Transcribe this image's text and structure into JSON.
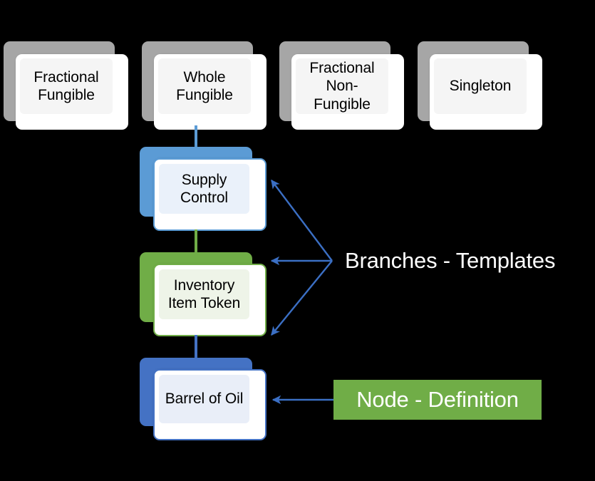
{
  "diagram": {
    "title": "Token Taxonomy Framework node and branch diagram",
    "background_color": "#000000",
    "colors": {
      "gray": "#A6A6A6",
      "gray_fill": "#F5F5F5",
      "blue": "#5B9BD5",
      "blue_fill": "#EAF1FA",
      "green": "#70AD47",
      "green_fill": "#EEF4E8",
      "dark_blue": "#4472C4",
      "dark_blue_fill": "#E9EEF8",
      "arrow": "#3B6FC4",
      "label_text": "#FFFFFF"
    },
    "top_row": [
      {
        "id": "fractional-fungible",
        "label": "Fractional\nFungible",
        "color": "gray"
      },
      {
        "id": "whole-fungible",
        "label": "Whole\nFungible",
        "color": "gray"
      },
      {
        "id": "fractional-non-fungible",
        "label": "Fractional\nNon-Fungible",
        "color": "gray"
      },
      {
        "id": "singleton",
        "label": "Singleton",
        "color": "gray"
      }
    ],
    "chain": [
      {
        "id": "supply-control",
        "label": "Supply\nControl",
        "color": "blue"
      },
      {
        "id": "inventory-item-token",
        "label": "Inventory\nItem Token",
        "color": "green"
      },
      {
        "id": "barrel-of-oil",
        "label": "Barrel of Oil",
        "color": "darkblue"
      }
    ],
    "connectors": [
      {
        "id": "whole-fungible-to-supply-control",
        "color": "#5B9BD5"
      },
      {
        "id": "supply-control-to-inventory-item-token",
        "color": "#70AD47"
      },
      {
        "id": "inventory-item-token-to-barrel-of-oil",
        "color": "#4472C4"
      }
    ],
    "annotations": [
      {
        "id": "branches-templates",
        "text": "Branches - Templates",
        "style": "plain",
        "text_color": "#FFFFFF",
        "background": "transparent",
        "targets": [
          "supply-control",
          "inventory-item-token",
          "inventory-item-token"
        ]
      },
      {
        "id": "node-definition",
        "text": "Node - Definition",
        "style": "filled",
        "text_color": "#FFFFFF",
        "background": "#70AD47",
        "targets": [
          "barrel-of-oil"
        ]
      }
    ]
  }
}
